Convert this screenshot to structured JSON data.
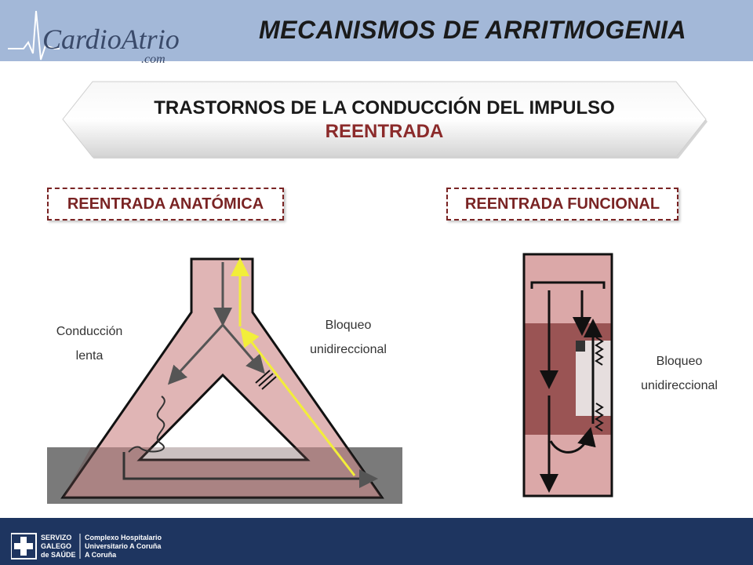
{
  "header": {
    "logo_main": "CardioAtrio",
    "logo_sub": ".com",
    "title": "MECANISMOS DE ARRITMOGENIA"
  },
  "banner": {
    "line1": "TRASTORNOS DE LA CONDUCCIÓN DEL IMPULSO",
    "line2": "REENTRADA"
  },
  "sections": {
    "anatomica": "REENTRADA ANATÓMICA",
    "funcional": "REENTRADA FUNCIONAL"
  },
  "anatomica_labels": {
    "conduccion_1": "Conducción",
    "conduccion_2": "lenta",
    "bloqueo_1": "Bloqueo",
    "bloqueo_2": "unidireccional"
  },
  "funcional_labels": {
    "bloqueo_1": "Bloqueo",
    "bloqueo_2": "unidireccional"
  },
  "footer": {
    "org_1": "SERVIZO",
    "org_2": "GALEGO",
    "org_3": "de SAÚDE",
    "hosp_1": "Complexo Hospitalario",
    "hosp_2": "Universitario A Coruña",
    "hosp_3": "A Coruña"
  },
  "colors": {
    "header_bg": "#a3b8d8",
    "tissue": "#dba8a8",
    "tissue_dark": "#9a5454",
    "accent_red": "#7a2424",
    "arrow_yellow": "#f2ee3a",
    "footer_bg": "#1e3560"
  }
}
